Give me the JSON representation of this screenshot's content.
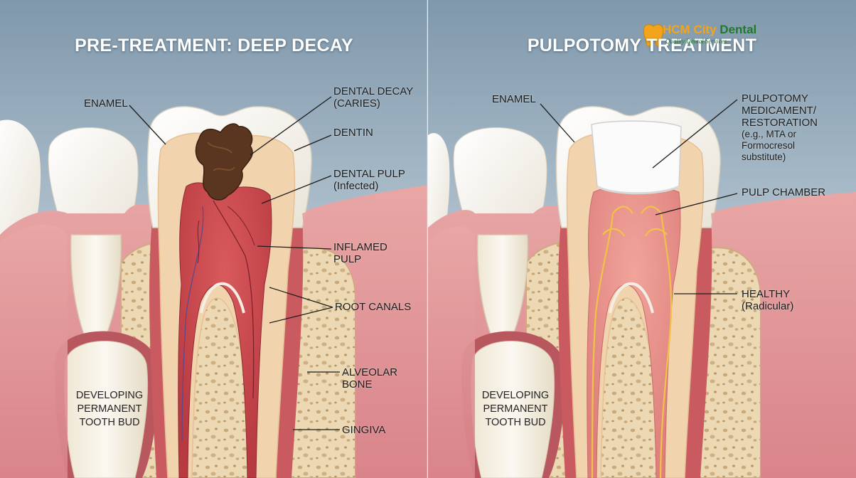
{
  "logo": {
    "brand_part1": "HCM City",
    "brand_part2": "Dental",
    "tagline": "Quality Dental Services"
  },
  "left_panel": {
    "title": "PRE-TREATMENT: DEEP DECAY",
    "labels": {
      "enamel": "ENAMEL",
      "decay_1": "DENTAL DECAY",
      "decay_2": "(CARIES)",
      "dentin": "DENTIN",
      "pulp_1": "DENTAL PULP",
      "pulp_2": "(Infected)",
      "inflamed_1": "INFLAMED",
      "inflamed_2": "PULP",
      "root_canals": "ROOT CANALS",
      "bone_1": "ALVEOLAR",
      "bone_2": "BONE",
      "gingiva": "GINGIVA",
      "bud_1": "DEVELOPING",
      "bud_2": "PERMANENT",
      "bud_3": "TOOTH BUD"
    }
  },
  "right_panel": {
    "title": "PULPOTOMY TREATMENT",
    "labels": {
      "enamel": "ENAMEL",
      "med_1": "PULPOTOMY",
      "med_2": "MEDICAMENT/",
      "med_3": "RESTORATION",
      "med_4": "(e.g., MTA or",
      "med_5": "Formocresol",
      "med_6": "substitute)",
      "chamber": "PULP CHAMBER",
      "healthy_1": "HEALTHY",
      "healthy_2": "(Radicular)",
      "bud_1": "DEVELOPING",
      "bud_2": "PERMANENT",
      "bud_3": "TOOTH BUD"
    }
  },
  "colors": {
    "sky_top": "#8fa6b8",
    "sky_bottom": "#c9d6df",
    "gum": "#e49b9c",
    "gum_dark": "#c9696f",
    "bone": "#ecd9b4",
    "enamel": "#f7f4ee",
    "dentin": "#f1d3ae",
    "pulp_infected": "#c8454a",
    "pulp_healthy": "#e88f88",
    "decay": "#5a3520",
    "nerve": "#f0c24a"
  }
}
